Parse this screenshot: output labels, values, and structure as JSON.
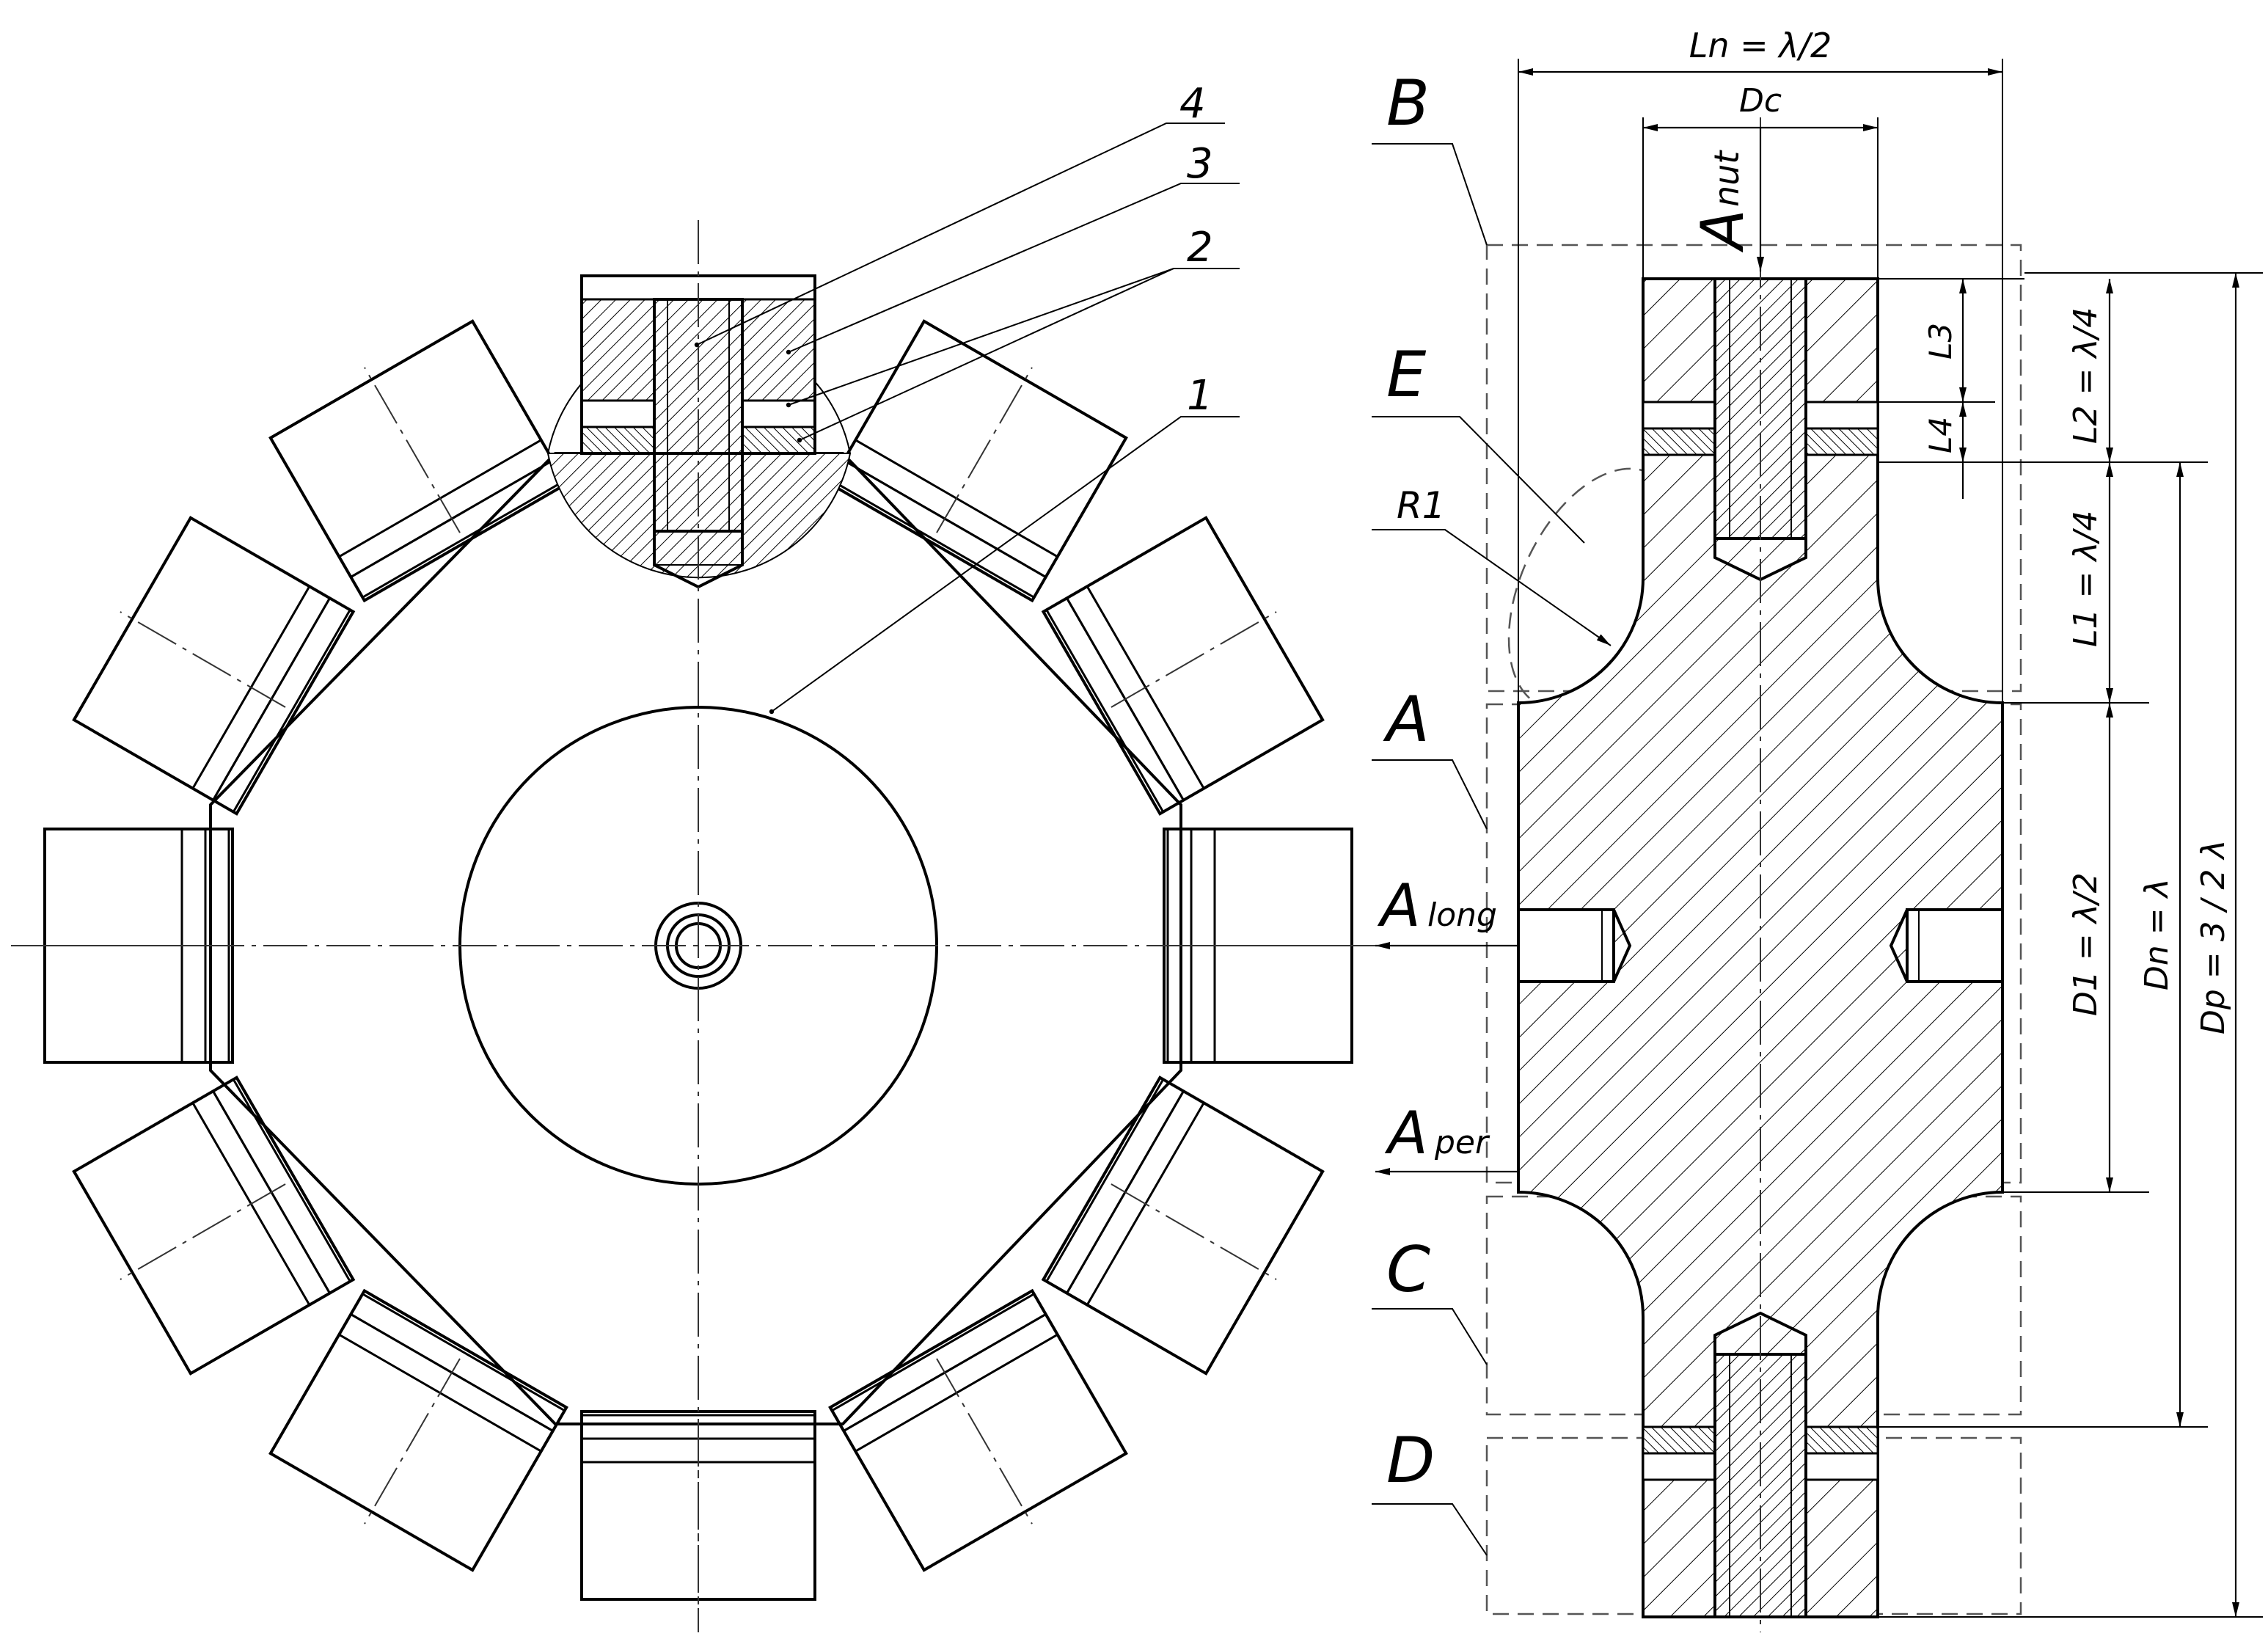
{
  "labels": {
    "part1": "1",
    "part2": "2",
    "part3": "3",
    "part4": "4",
    "zone_a": "A",
    "zone_b": "B",
    "zone_c": "C",
    "zone_d": "D",
    "zone_e": "E",
    "radius": "R1",
    "a_nut_main": "A",
    "a_nut_sub": "nut",
    "a_long_main": "A",
    "a_long_sub": "long",
    "a_per_main": "A",
    "a_per_sub": "per"
  },
  "dimensions": {
    "ln": "Ln = λ/2",
    "dc": "Dc",
    "l3": "L3",
    "l4": "L4",
    "l2": "L2 = λ/4",
    "l1": "L1 = λ/4",
    "d1": "D1 = λ/2",
    "dn": "Dn = λ",
    "dp": "Dp = 3 / 2 λ"
  }
}
